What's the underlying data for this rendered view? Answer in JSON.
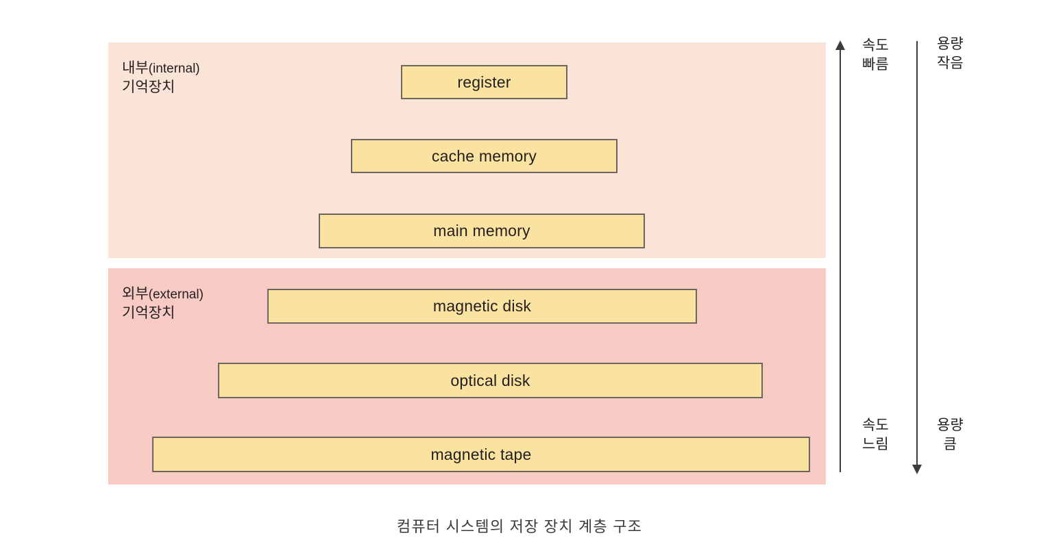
{
  "diagram": {
    "caption": "컴퓨터 시스템의 저장 장치 계층 구조",
    "colors": {
      "internal_panel_bg": "#fae3d7",
      "external_panel_bg": "#f7cac4",
      "bar_fill": "#fae3a0",
      "bar_border": "#6b6460",
      "axis_line": "#3b3b3b",
      "text": "#231f20",
      "page_bg": "#ffffff"
    },
    "panels": [
      {
        "id": "internal",
        "label_ko": "내부",
        "label_en": "(internal)",
        "label_line2": "기억장치",
        "levels": [
          {
            "id": "register",
            "label": "register"
          },
          {
            "id": "cache-memory",
            "label": "cache memory"
          },
          {
            "id": "main-memory",
            "label": "main memory"
          }
        ]
      },
      {
        "id": "external",
        "label_ko": "외부",
        "label_en": "(external)",
        "label_line2": "기억장치",
        "levels": [
          {
            "id": "magnetic-disk",
            "label": "magnetic disk"
          },
          {
            "id": "optical-disk",
            "label": "optical disk"
          },
          {
            "id": "magnetic-tape",
            "label": "magnetic tape"
          }
        ]
      }
    ],
    "axes": [
      {
        "id": "speed",
        "direction": "up",
        "top_label_line1": "속도",
        "top_label_line2": "빠름",
        "bottom_label_line1": "속도",
        "bottom_label_line2": "느림"
      },
      {
        "id": "capacity",
        "direction": "down",
        "top_label_line1": "용량",
        "top_label_line2": "작음",
        "bottom_label_line1": "용량",
        "bottom_label_line2": "큼"
      }
    ]
  }
}
